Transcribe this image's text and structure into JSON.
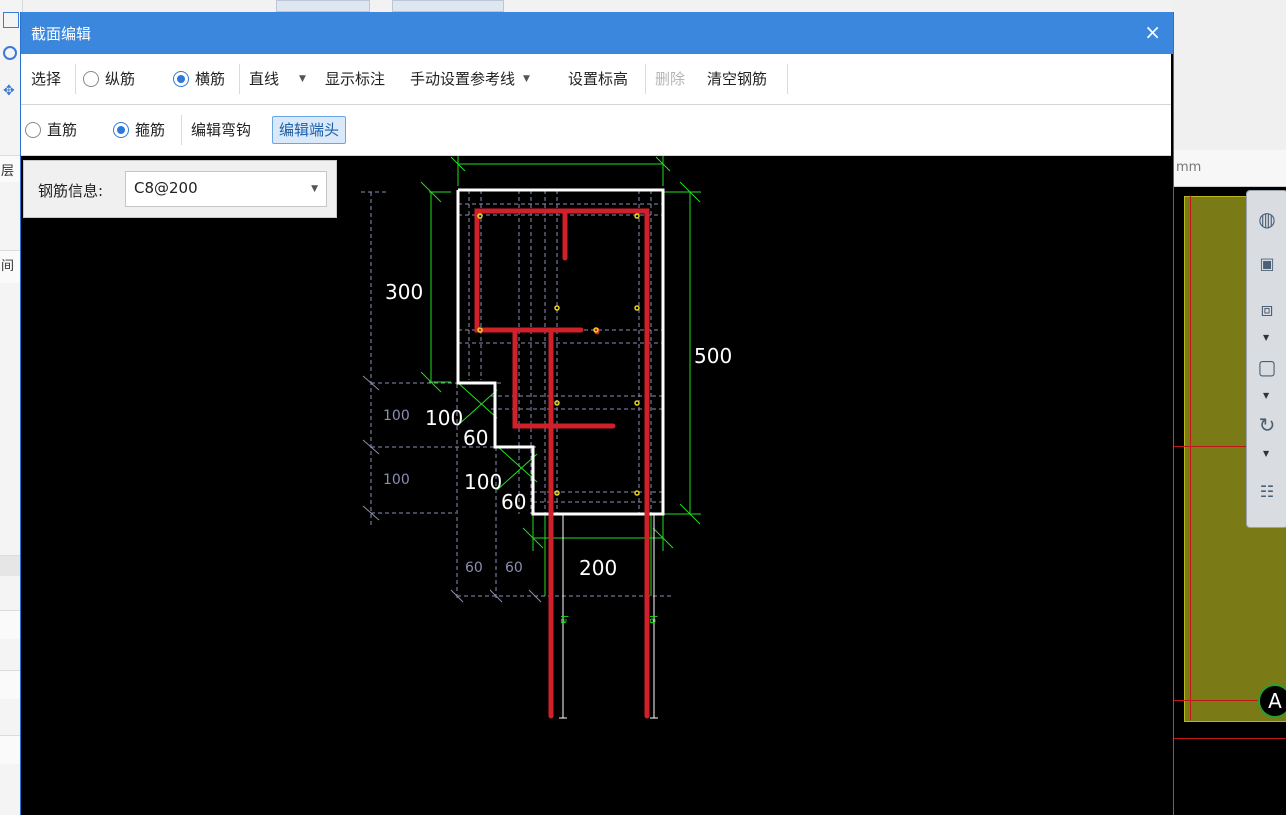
{
  "background": {
    "left_labels": [
      "层",
      "间"
    ],
    "unit_label": "mm",
    "axis_label": "A"
  },
  "dialog": {
    "title": "截面编辑",
    "close_label": "×",
    "toolbar1": {
      "select_label": "选择",
      "longitudinal_label": "纵筋",
      "transverse_label": "横筋",
      "line_type_value": "直线",
      "show_dims_label": "显示标注",
      "manual_ref_label": "手动设置参考线",
      "set_elevation_label": "设置标高",
      "delete_label": "删除",
      "clear_rebar_label": "清空钢筋"
    },
    "toolbar2": {
      "straight_label": "直筋",
      "stirrup_label": "箍筋",
      "edit_hook_label": "编辑弯钩",
      "edit_end_label": "编辑端头"
    },
    "rebar_info": {
      "label": "钢筋信息:",
      "value": "C8@200"
    },
    "dimensions": {
      "d300": "300",
      "d500": "500",
      "d100a": "100",
      "d100b": "100",
      "d60a": "60",
      "d60b": "60",
      "d100c": "100",
      "d100d": "100",
      "d60c": "60",
      "d60d": "60",
      "d200": "200",
      "la1": "la",
      "la2": "la"
    }
  },
  "colors": {
    "dialog_titlebar": "#3a87dd",
    "canvas_bg": "#000000",
    "section_outline": "#ffffff",
    "rebar": "#d0202a",
    "dimension": "#22dd22",
    "guide": "#8a8fb0"
  }
}
